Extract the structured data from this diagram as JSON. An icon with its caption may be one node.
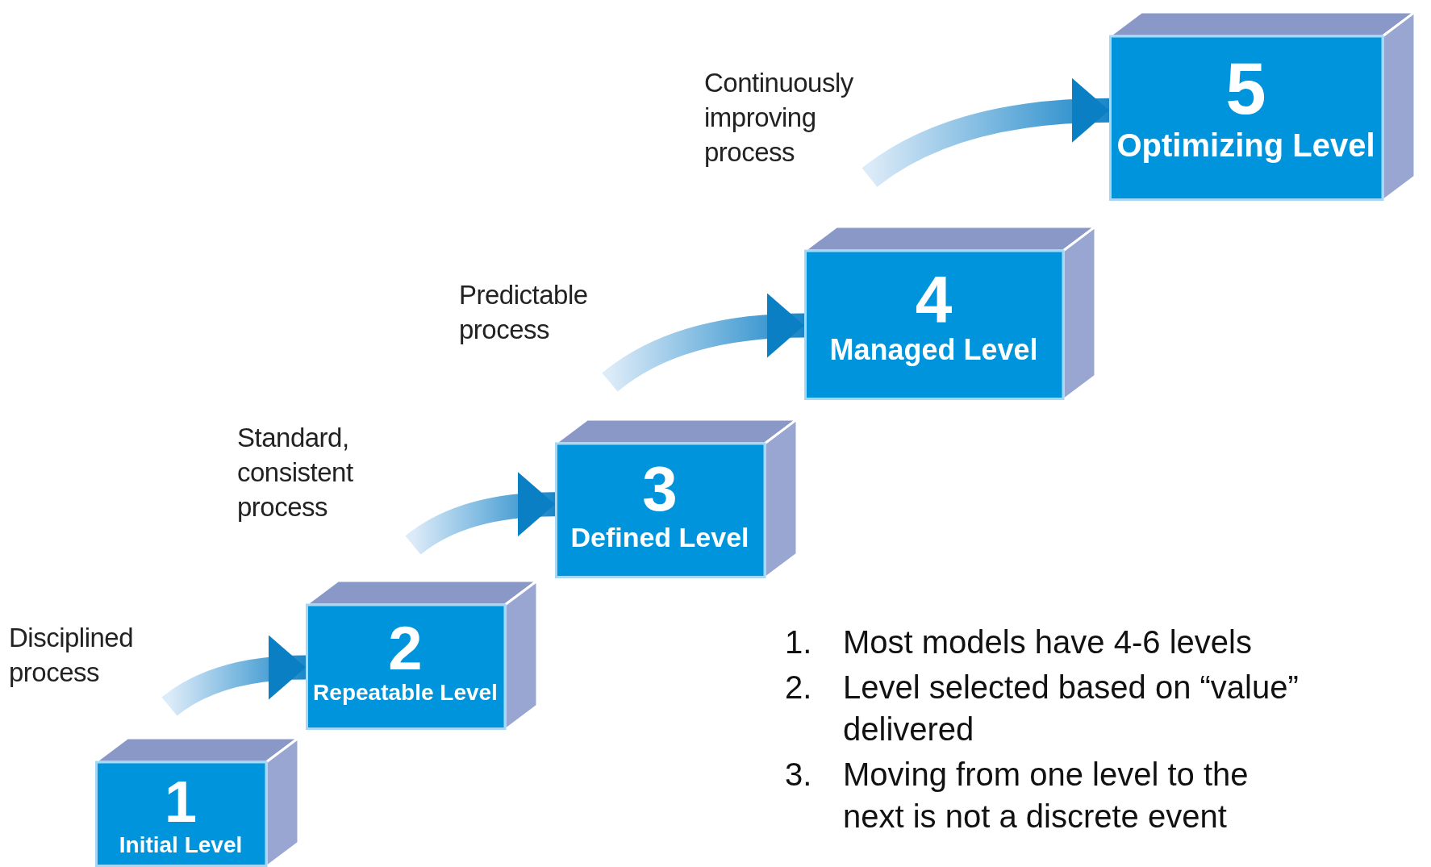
{
  "diagram": {
    "nodes": [
      {
        "text": [
          "1",
          "Initial Level"
        ]
      },
      {
        "text": [
          "2",
          "Repeatable Level"
        ]
      },
      {
        "text": [
          "3",
          "Defined Level"
        ]
      },
      {
        "text": [
          "4",
          "Managed Level"
        ]
      },
      {
        "text": [
          "5",
          "Optimizing Level"
        ]
      }
    ],
    "edges": [
      {
        "from": null,
        "to": 1,
        "arrow": "to",
        "label": "Disciplined process"
      },
      {
        "from": null,
        "to": 2,
        "arrow": "to",
        "label": "Standard, consistent process"
      },
      {
        "from": null,
        "to": 3,
        "arrow": "to",
        "label": "Predictable process"
      },
      {
        "from": null,
        "to": 4,
        "arrow": "to",
        "label": "Continuously improving process"
      }
    ],
    "labels": [
      "1.",
      "Most models have 4-6 levels",
      "2.",
      "Level selected based on “value” delivered",
      "3.",
      "Moving from one level to the next is not a discrete event"
    ]
  }
}
